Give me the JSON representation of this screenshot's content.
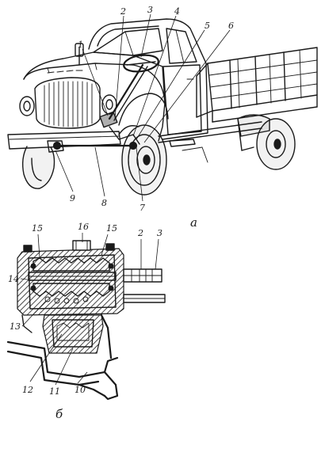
{
  "panel_a": {
    "label": "а",
    "callouts": {
      "c1": "1",
      "c2": "2",
      "c3": "3",
      "c4": "4",
      "c5": "5",
      "c6": "6",
      "c7": "7",
      "c8": "8",
      "c9": "9"
    }
  },
  "panel_b": {
    "label": "б",
    "callouts": {
      "c2": "2",
      "c3": "3",
      "c10": "10",
      "c11": "11",
      "c12": "12",
      "c13": "13",
      "c14": "14",
      "c15a": "15",
      "c15b": "15",
      "c16": "16"
    }
  }
}
